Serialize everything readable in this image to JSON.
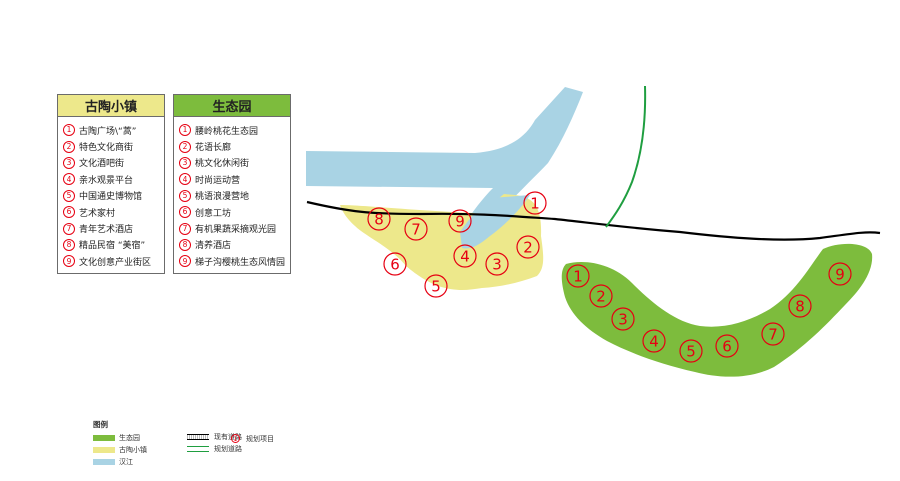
{
  "colors": {
    "ecology": "#7dbc3d",
    "town": "#ede88b",
    "river": "#a9d3e4",
    "road": "#000000",
    "planned_road": "#1f9e40",
    "marker": "#e60012"
  },
  "town_panel": {
    "title": "古陶小镇",
    "items": [
      {
        "num": "1",
        "label": "古陶广场\\“蒿”"
      },
      {
        "num": "2",
        "label": "特色文化商街"
      },
      {
        "num": "3",
        "label": "文化酒吧街"
      },
      {
        "num": "4",
        "label": "亲水观景平台"
      },
      {
        "num": "5",
        "label": "中国通史博物馆"
      },
      {
        "num": "6",
        "label": "艺术家村"
      },
      {
        "num": "7",
        "label": "青年艺术酒店"
      },
      {
        "num": "8",
        "label": "精品民宿 “美宿”"
      },
      {
        "num": "9",
        "label": "文化创意产业街区"
      }
    ]
  },
  "eco_panel": {
    "title": "生态园",
    "items": [
      {
        "num": "1",
        "label": "腰岭桃花生态园"
      },
      {
        "num": "2",
        "label": "花语长廊"
      },
      {
        "num": "3",
        "label": "桃文化休闲街"
      },
      {
        "num": "4",
        "label": "时尚运动营"
      },
      {
        "num": "5",
        "label": "桃语浪漫营地"
      },
      {
        "num": "6",
        "label": "创意工坊"
      },
      {
        "num": "7",
        "label": "有机果蔬采摘观光园"
      },
      {
        "num": "8",
        "label": "清养酒店"
      },
      {
        "num": "9",
        "label": "梯子沟樱桃生态风情园"
      }
    ]
  },
  "map_markers": {
    "town": [
      "1",
      "2",
      "3",
      "4",
      "5",
      "6",
      "7",
      "8",
      "9"
    ],
    "eco": [
      "1",
      "2",
      "3",
      "4",
      "5",
      "6",
      "7",
      "8",
      "9"
    ]
  },
  "legend": {
    "title": "图例",
    "ecology": "生态园",
    "town": "古陶小镇",
    "river": "汉江",
    "existing_road": "现有道路",
    "planned_road": "规划道路",
    "project_marker": "1",
    "project": "规划项目"
  }
}
